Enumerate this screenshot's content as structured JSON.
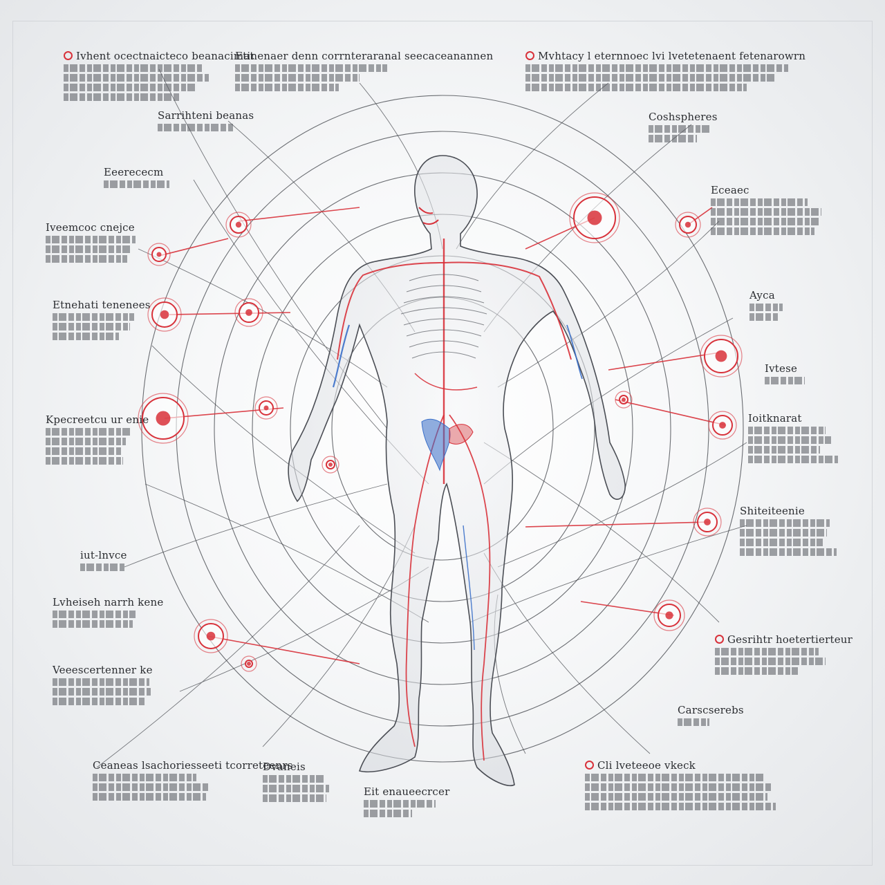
{
  "figure": {
    "accent_red": "#d8313a",
    "accent_blue": "#3a6fc9",
    "line_dark": "#3c3f45",
    "body_fill": "#dfe2e6"
  },
  "labels": [
    {
      "id": "top-left",
      "title": "Ivhent ocectnaicteco beanacimat",
      "bullet": true,
      "rows": 4
    },
    {
      "id": "top-center",
      "title": "Etinenaer denn corrnteraranal seecaceanannen",
      "bullet": false,
      "rows": 3
    },
    {
      "id": "top-right",
      "title": "Mvhtacy  l eternnoec lvi lvetetenaent fetenarowrn",
      "bullet": true,
      "rows": 3
    },
    {
      "id": "upper-left-small",
      "title": "Sarrihteni beanas",
      "bullet": false,
      "rows": 1
    },
    {
      "id": "upper-right-small",
      "title": "Coshspheres",
      "bullet": false,
      "rows": 2
    },
    {
      "id": "left-1",
      "title": "Eeerececm",
      "bullet": false,
      "rows": 1
    },
    {
      "id": "left-2",
      "title": "Iveemcoc cnejce",
      "bullet": false,
      "rows": 3
    },
    {
      "id": "left-3",
      "title": "Etnehati tenenees",
      "bullet": false,
      "rows": 3
    },
    {
      "id": "left-4",
      "title": "Kpecreetcu ur enie",
      "bullet": false,
      "rows": 4
    },
    {
      "id": "left-5",
      "title": "iut-lnvce",
      "bullet": false,
      "rows": 1
    },
    {
      "id": "left-6",
      "title": "Lvheiseh narrh kene",
      "bullet": false,
      "rows": 2
    },
    {
      "id": "left-7",
      "title": "Veeescertenner ke",
      "bullet": false,
      "rows": 3
    },
    {
      "id": "right-1",
      "title": "Eceaec",
      "bullet": false,
      "rows": 4
    },
    {
      "id": "right-2",
      "title": "Ayca",
      "bullet": false,
      "rows": 2
    },
    {
      "id": "right-3",
      "title": "Ivtese",
      "bullet": false,
      "rows": 1
    },
    {
      "id": "right-4",
      "title": "Ioitknarat",
      "bullet": false,
      "rows": 4
    },
    {
      "id": "right-5",
      "title": "Shiteiteenie",
      "bullet": false,
      "rows": 4
    },
    {
      "id": "right-6",
      "title": "Gesrihtr hoetertierteur",
      "bullet": true,
      "rows": 3
    },
    {
      "id": "right-7",
      "title": "Carscserebs",
      "bullet": false,
      "rows": 1
    },
    {
      "id": "bottom-left",
      "title": "Ceaneas lsachoriesseeti tcorreteenrs",
      "bullet": false,
      "rows": 3
    },
    {
      "id": "bottom-center-left",
      "title": "Dvaneis",
      "bullet": false,
      "rows": 3
    },
    {
      "id": "bottom-center",
      "title": "Eit enaueecrcer",
      "bullet": false,
      "rows": 2
    },
    {
      "id": "bottom-right",
      "title": "Cli lveteeoe vkeck",
      "bullet": true,
      "rows": 4
    }
  ]
}
